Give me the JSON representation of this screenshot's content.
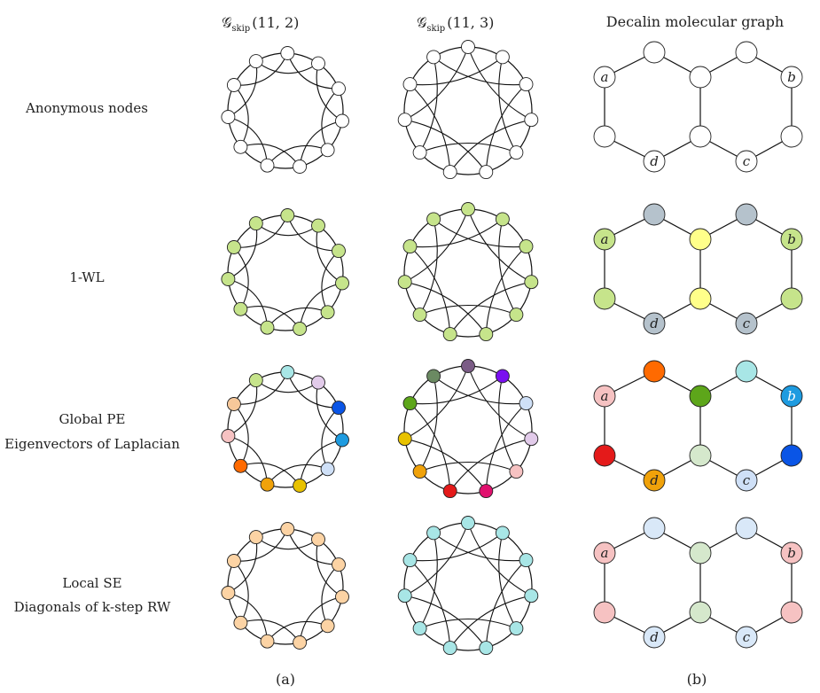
{
  "column_titles": {
    "g1": {
      "main": "𝒢",
      "sub": "skip",
      "args": "(11, 2)"
    },
    "g2": {
      "main": "𝒢",
      "sub": "skip",
      "args": "(11, 3)"
    },
    "decalin": "Decalin molecular graph"
  },
  "rows": [
    {
      "id": "anon",
      "label_lines": [
        "Anonymous nodes"
      ]
    },
    {
      "id": "wl",
      "label_lines": [
        "1-WL"
      ]
    },
    {
      "id": "pe",
      "label_lines": [
        "Global PE",
        "Eigenvectors of Laplacian"
      ]
    },
    {
      "id": "se",
      "label_lines": [
        "Local SE",
        "Diagonals of k-step RW"
      ]
    }
  ],
  "captions": {
    "a": "(a)",
    "b": "(b)"
  },
  "decalin_labels": {
    "a": "a",
    "b": "b",
    "c": "c",
    "d": "d"
  },
  "skip_graphs": {
    "g1": {
      "n": 11,
      "skip": 2
    },
    "g2": {
      "n": 11,
      "skip": 3
    }
  },
  "node_colors": {
    "anon": {
      "g1": [
        "#ffffff",
        "#ffffff",
        "#ffffff",
        "#ffffff",
        "#ffffff",
        "#ffffff",
        "#ffffff",
        "#ffffff",
        "#ffffff",
        "#ffffff",
        "#ffffff"
      ],
      "g2": [
        "#ffffff",
        "#ffffff",
        "#ffffff",
        "#ffffff",
        "#ffffff",
        "#ffffff",
        "#ffffff",
        "#ffffff",
        "#ffffff",
        "#ffffff",
        "#ffffff"
      ],
      "decalin": [
        "#ffffff",
        "#ffffff",
        "#ffffff",
        "#ffffff",
        "#ffffff",
        "#ffffff",
        "#ffffff",
        "#ffffff",
        "#ffffff",
        "#ffffff"
      ]
    },
    "wl": {
      "g1": [
        "#c6e48b",
        "#c6e48b",
        "#c6e48b",
        "#c6e48b",
        "#c6e48b",
        "#c6e48b",
        "#c6e48b",
        "#c6e48b",
        "#c6e48b",
        "#c6e48b",
        "#c6e48b"
      ],
      "g2": [
        "#c6e48b",
        "#c6e48b",
        "#c6e48b",
        "#c6e48b",
        "#c6e48b",
        "#c6e48b",
        "#c6e48b",
        "#c6e48b",
        "#c6e48b",
        "#c6e48b",
        "#c6e48b"
      ],
      "decalin": [
        "#c6e48b",
        "#b5c2cc",
        "#ffff8a",
        "#b5c2cc",
        "#c6e48b",
        "#c6e48b",
        "#b5c2cc",
        "#ffff8a",
        "#b5c2cc",
        "#c6e48b"
      ]
    },
    "pe": {
      "g1": [
        "#a8e6e6",
        "#e2cbea",
        "#0a55e6",
        "#1e9be0",
        "#cfe0f7",
        "#e8c200",
        "#f0a20a",
        "#ff6a00",
        "#f6c2c2",
        "#f7c89a",
        "#c6e48b"
      ],
      "g2": [
        "#7b5c86",
        "#7a0ff0",
        "#cfe0f7",
        "#e2cbea",
        "#f6c2c2",
        "#e0116e",
        "#e41a1a",
        "#f0a20a",
        "#e8c200",
        "#5da61a",
        "#6b8a62"
      ],
      "decalin": [
        "#f6c2c2",
        "#ff6a00",
        "#5da61a",
        "#a8e6e6",
        "#1e9be0",
        "#0a55e6",
        "#cfe0f7",
        "#d5e8cc",
        "#f0a20a",
        "#e41a1a"
      ]
    },
    "se": {
      "g1": [
        "#fcd3a4",
        "#fcd3a4",
        "#fcd3a4",
        "#fcd3a4",
        "#fcd3a4",
        "#fcd3a4",
        "#fcd3a4",
        "#fcd3a4",
        "#fcd3a4",
        "#fcd3a4",
        "#fcd3a4"
      ],
      "g2": [
        "#a8e6e6",
        "#a8e6e6",
        "#a8e6e6",
        "#a8e6e6",
        "#a8e6e6",
        "#a8e6e6",
        "#a8e6e6",
        "#a8e6e6",
        "#a8e6e6",
        "#a8e6e6",
        "#a8e6e6"
      ],
      "decalin": [
        "#f6c2c2",
        "#d9e8f8",
        "#d5e8cc",
        "#d9e8f8",
        "#f6c2c2",
        "#f6c2c2",
        "#d9e8f8",
        "#d5e8cc",
        "#d9e8f8",
        "#f6c2c2"
      ]
    }
  },
  "light_text_nodes": {
    "pe": [
      4
    ]
  }
}
